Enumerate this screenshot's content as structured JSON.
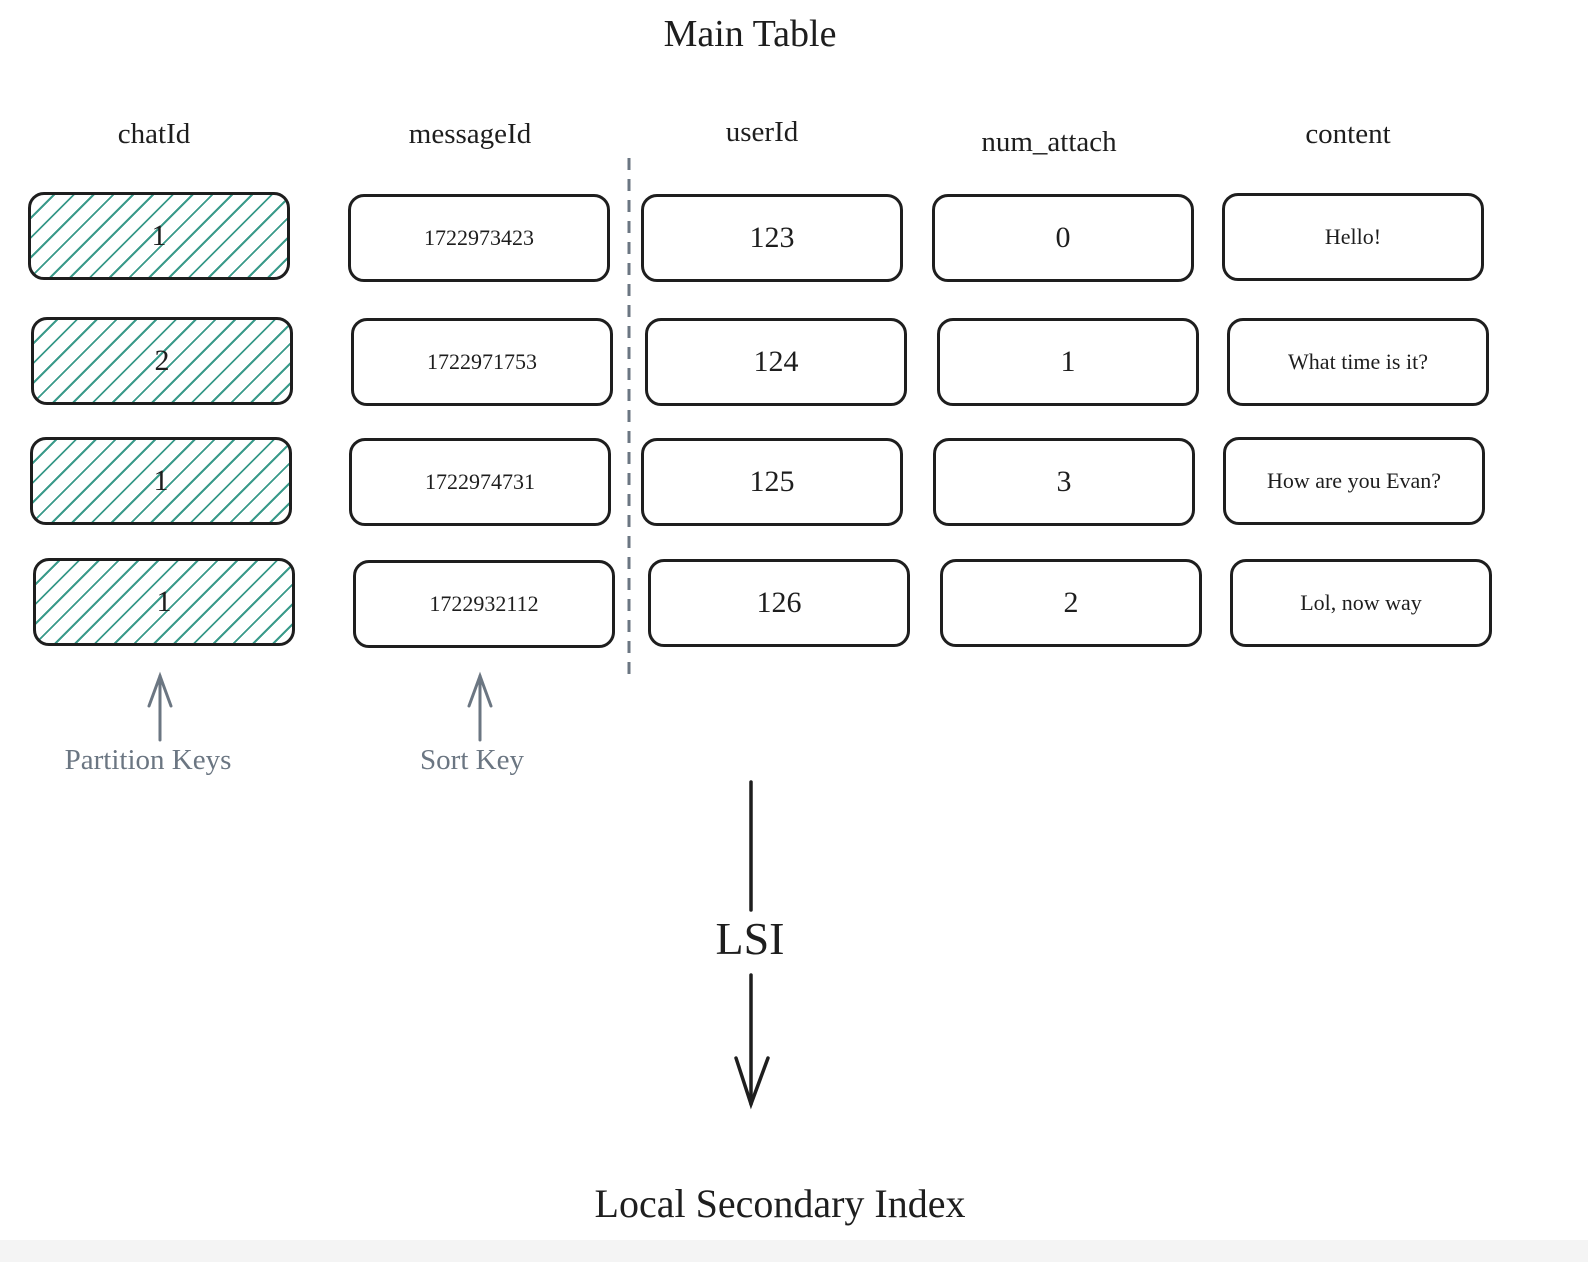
{
  "title": "Main Table",
  "columns": [
    "chatId",
    "messageId",
    "userId",
    "num_attach",
    "content"
  ],
  "rows": [
    {
      "chatId": "1",
      "messageId": "1722973423",
      "userId": "123",
      "num_attach": "0",
      "content": "Hello!"
    },
    {
      "chatId": "2",
      "messageId": "1722971753",
      "userId": "124",
      "num_attach": "1",
      "content": "What time is it?"
    },
    {
      "chatId": "1",
      "messageId": "1722974731",
      "userId": "125",
      "num_attach": "3",
      "content": "How are you Evan?"
    },
    {
      "chatId": "1",
      "messageId": "1722932112",
      "userId": "126",
      "num_attach": "2",
      "content": "Lol, now way"
    }
  ],
  "annotations": {
    "partition": "Partition Keys",
    "sort": "Sort Key"
  },
  "transition_label": "LSI",
  "footer_title": "Local Secondary Index",
  "colors": {
    "stroke": "#1e1e1e",
    "hatch": "#3a9a8a",
    "note": "#6b7682",
    "divider": "#6b7682"
  }
}
